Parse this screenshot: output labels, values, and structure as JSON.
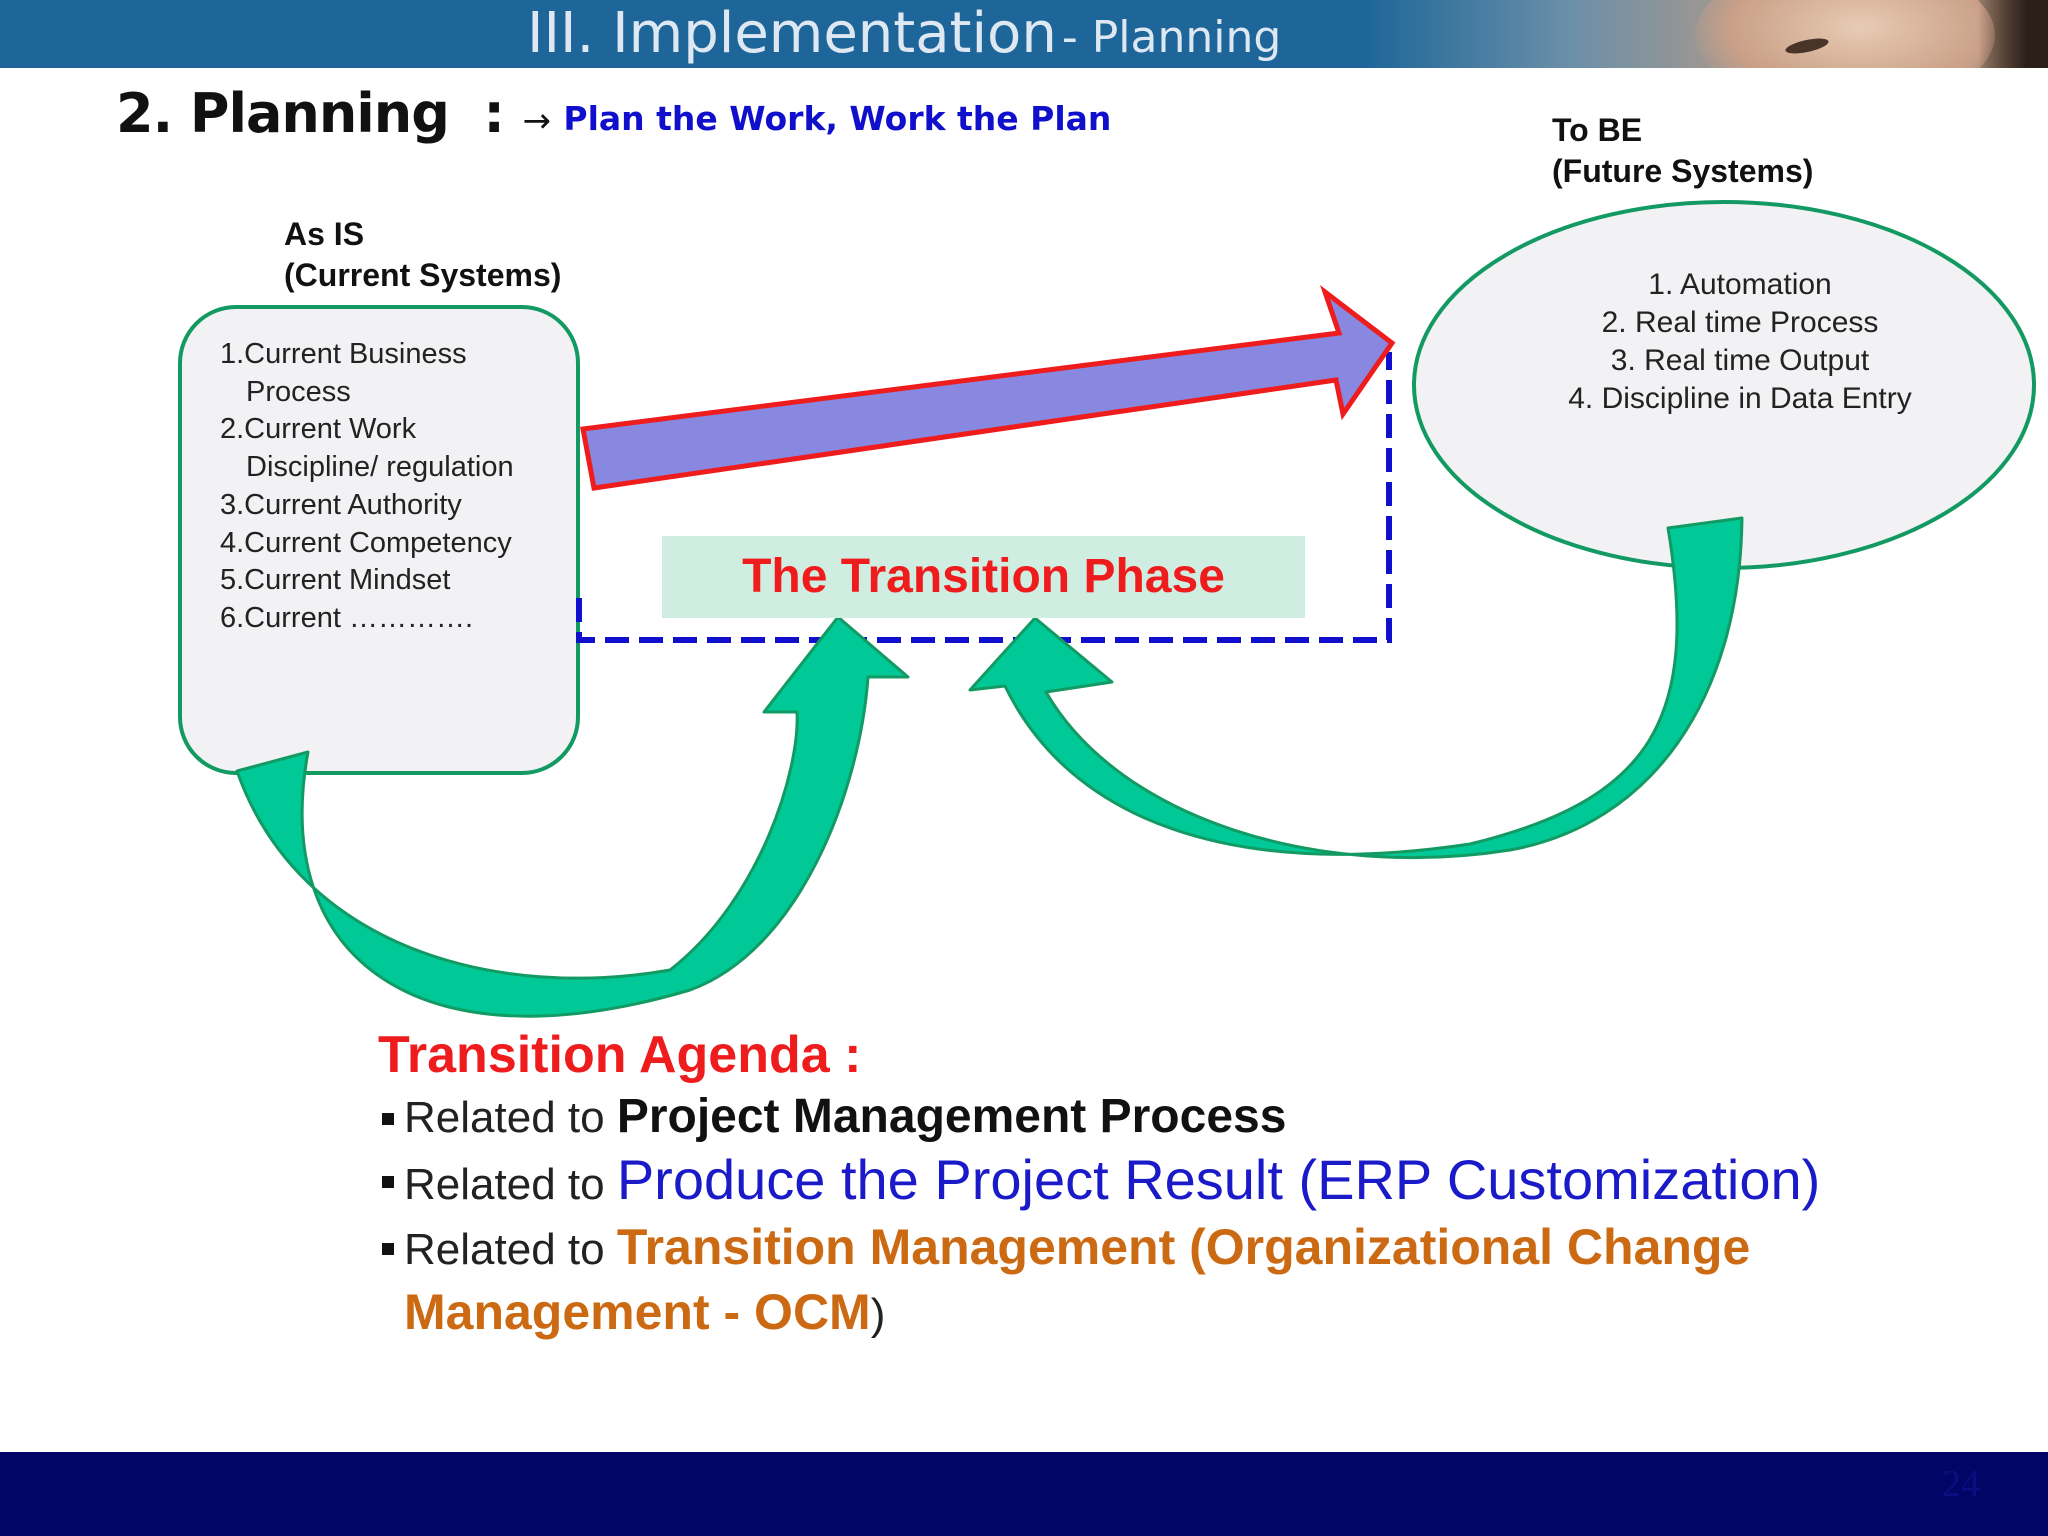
{
  "header": {
    "title": "III. Implementation",
    "subtitle": "- Planning"
  },
  "heading": {
    "title": "2. Planning",
    "separator": ":",
    "arrow": "→",
    "slogan": "Plan the Work, Work the Plan"
  },
  "as_is": {
    "caption_line1": "As IS",
    "caption_line2": "(Current Systems)",
    "items": [
      "1.Current Business",
      "Process",
      "2.Current Work",
      "Discipline/ regulation",
      "3.Current Authority",
      "4.Current Competency",
      "5.Current Mindset",
      "6.Current …………."
    ]
  },
  "to_be": {
    "caption_line1": "To BE",
    "caption_line2": "(Future Systems)",
    "items": [
      "1.   Automation",
      "2.   Real time Process",
      "3.   Real time Output",
      "4.   Discipline in Data Entry"
    ]
  },
  "transition_phase": "The Transition Phase",
  "agenda": {
    "title": "Transition Agenda :",
    "prefix": "Related to ",
    "item1": "Project Management Process",
    "item2": "Produce the Project Result (ERP Customization)",
    "item3_line1": "Transition Management (Organizational Change",
    "item3_line2": "Management - OCM",
    "item3_close": ")"
  },
  "page_number": "24",
  "colors": {
    "header": "#1e6699",
    "footer": "#020466",
    "green_arrow": "#00c896",
    "green_border": "#139a63",
    "blue_arrow_fill": "#8888e0",
    "red_border": "#ee1c1c",
    "dashed_line": "#1010cc"
  }
}
